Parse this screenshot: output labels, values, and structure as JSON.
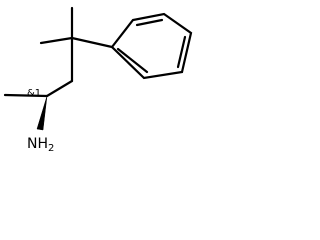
{
  "molecule": {
    "stereo_annotation": "&1",
    "amine_label": {
      "symbol": "NH",
      "subscript": "2"
    },
    "phenyl_ring": "benzene",
    "bond_color": "#000000"
  }
}
